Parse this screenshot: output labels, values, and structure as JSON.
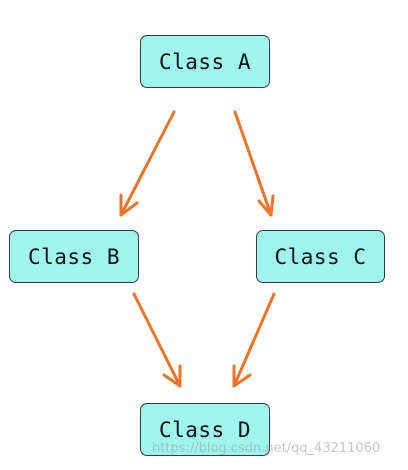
{
  "diagram": {
    "nodes": [
      {
        "id": "A",
        "label": "Class A"
      },
      {
        "id": "B",
        "label": "Class B"
      },
      {
        "id": "C",
        "label": "Class C"
      },
      {
        "id": "D",
        "label": "Class D"
      }
    ],
    "edges": [
      {
        "from": "A",
        "to": "B"
      },
      {
        "from": "A",
        "to": "C"
      },
      {
        "from": "B",
        "to": "D"
      },
      {
        "from": "C",
        "to": "D"
      }
    ],
    "colors": {
      "node_fill": "#9ef6ee",
      "node_border": "#3a3a3a",
      "arrow": "#ee7326"
    }
  },
  "watermark": "https://blog.csdn.net/qq_43211060"
}
